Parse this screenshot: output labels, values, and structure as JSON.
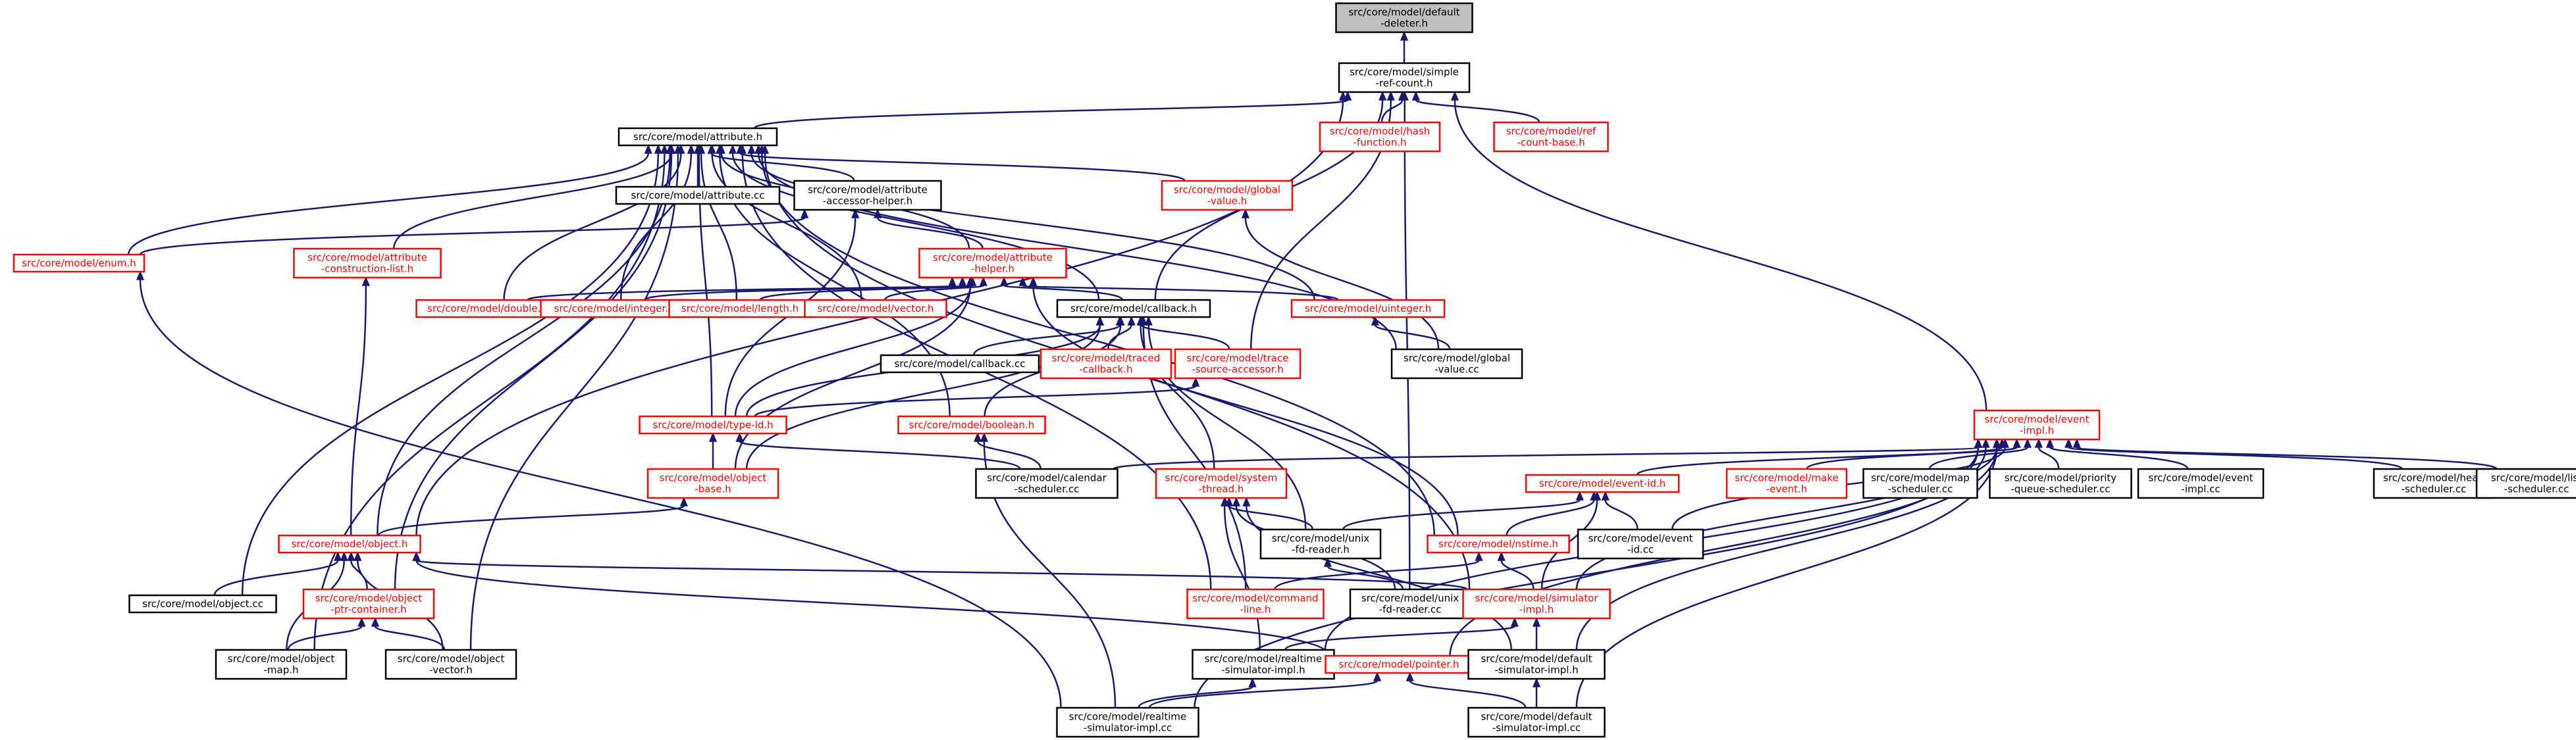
{
  "colors": {
    "edge": "#191970",
    "border_normal": "#000000",
    "border_red": "#ff0000",
    "text_normal": "#000000",
    "text_red": "#ff0000",
    "root_fill": "#bfbfbf",
    "node_fill": "#ffffff"
  },
  "nodes": [
    {
      "id": "default_deleter",
      "lines": [
        "src/core/model/default",
        "-deleter.h"
      ],
      "style": "root"
    },
    {
      "id": "simple_ref_count",
      "lines": [
        "src/core/model/simple",
        "-ref-count.h"
      ],
      "style": "black"
    },
    {
      "id": "hash_function",
      "lines": [
        "src/core/model/hash",
        "-function.h"
      ],
      "style": "red"
    },
    {
      "id": "ref_count_base",
      "lines": [
        "src/core/model/ref",
        "-count-base.h"
      ],
      "style": "red"
    },
    {
      "id": "attribute_h",
      "lines": [
        "src/core/model/attribute.h"
      ],
      "style": "black"
    },
    {
      "id": "attribute_cc",
      "lines": [
        "src/core/model/attribute.cc"
      ],
      "style": "black"
    },
    {
      "id": "attribute_accessor_helper",
      "lines": [
        "src/core/model/attribute",
        "-accessor-helper.h"
      ],
      "style": "black"
    },
    {
      "id": "global_value_h",
      "lines": [
        "src/core/model/global",
        "-value.h"
      ],
      "style": "red"
    },
    {
      "id": "enum_h",
      "lines": [
        "src/core/model/enum.h"
      ],
      "style": "red"
    },
    {
      "id": "attribute_construction_list",
      "lines": [
        "src/core/model/attribute",
        "-construction-list.h"
      ],
      "style": "red"
    },
    {
      "id": "attribute_helper",
      "lines": [
        "src/core/model/attribute",
        "-helper.h"
      ],
      "style": "red"
    },
    {
      "id": "double_h",
      "lines": [
        "src/core/model/double.h"
      ],
      "style": "red"
    },
    {
      "id": "integer_h",
      "lines": [
        "src/core/model/integer.h"
      ],
      "style": "red"
    },
    {
      "id": "length_h",
      "lines": [
        "src/core/model/length.h"
      ],
      "style": "red"
    },
    {
      "id": "vector_h",
      "lines": [
        "src/core/model/vector.h"
      ],
      "style": "red"
    },
    {
      "id": "callback_h",
      "lines": [
        "src/core/model/callback.h"
      ],
      "style": "black"
    },
    {
      "id": "uinteger_h",
      "lines": [
        "src/core/model/uinteger.h"
      ],
      "style": "red"
    },
    {
      "id": "callback_cc",
      "lines": [
        "src/core/model/callback.cc"
      ],
      "style": "black"
    },
    {
      "id": "traced_callback",
      "lines": [
        "src/core/model/traced",
        "-callback.h"
      ],
      "style": "red"
    },
    {
      "id": "trace_source_accessor",
      "lines": [
        "src/core/model/trace",
        "-source-accessor.h"
      ],
      "style": "red"
    },
    {
      "id": "global_value_cc",
      "lines": [
        "src/core/model/global",
        "-value.cc"
      ],
      "style": "black"
    },
    {
      "id": "type_id_h",
      "lines": [
        "src/core/model/type-id.h"
      ],
      "style": "red"
    },
    {
      "id": "boolean_h",
      "lines": [
        "src/core/model/boolean.h"
      ],
      "style": "red"
    },
    {
      "id": "event_impl_h",
      "lines": [
        "src/core/model/event",
        "-impl.h"
      ],
      "style": "red"
    },
    {
      "id": "object_base_h",
      "lines": [
        "src/core/model/object",
        "-base.h"
      ],
      "style": "red"
    },
    {
      "id": "calendar_scheduler",
      "lines": [
        "src/core/model/calendar",
        "-scheduler.cc"
      ],
      "style": "black"
    },
    {
      "id": "system_thread",
      "lines": [
        "src/core/model/system",
        "-thread.h"
      ],
      "style": "red"
    },
    {
      "id": "event_id_h",
      "lines": [
        "src/core/model/event-id.h"
      ],
      "style": "red"
    },
    {
      "id": "make_event",
      "lines": [
        "src/core/model/make",
        "-event.h"
      ],
      "style": "red"
    },
    {
      "id": "map_scheduler",
      "lines": [
        "src/core/model/map",
        "-scheduler.cc"
      ],
      "style": "black"
    },
    {
      "id": "priority_queue_scheduler",
      "lines": [
        "src/core/model/priority",
        "-queue-scheduler.cc"
      ],
      "style": "black"
    },
    {
      "id": "event_impl_cc",
      "lines": [
        "src/core/model/event",
        "-impl.cc"
      ],
      "style": "black"
    },
    {
      "id": "heap_scheduler",
      "lines": [
        "src/core/model/heap",
        "-scheduler.cc"
      ],
      "style": "black"
    },
    {
      "id": "list_scheduler",
      "lines": [
        "src/core/model/list",
        "-scheduler.cc"
      ],
      "style": "black"
    },
    {
      "id": "object_h",
      "lines": [
        "src/core/model/object.h"
      ],
      "style": "red"
    },
    {
      "id": "unix_fd_reader_h",
      "lines": [
        "src/core/model/unix",
        "-fd-reader.h"
      ],
      "style": "black"
    },
    {
      "id": "nstime_h",
      "lines": [
        "src/core/model/nstime.h"
      ],
      "style": "red"
    },
    {
      "id": "event_id_cc",
      "lines": [
        "src/core/model/event",
        "-id.cc"
      ],
      "style": "black"
    },
    {
      "id": "object_cc",
      "lines": [
        "src/core/model/object.cc"
      ],
      "style": "black"
    },
    {
      "id": "object_ptr_container",
      "lines": [
        "src/core/model/object",
        "-ptr-container.h"
      ],
      "style": "red"
    },
    {
      "id": "command_line",
      "lines": [
        "src/core/model/command",
        "-line.h"
      ],
      "style": "red"
    },
    {
      "id": "unix_fd_reader_cc",
      "lines": [
        "src/core/model/unix",
        "-fd-reader.cc"
      ],
      "style": "black"
    },
    {
      "id": "simulator_impl_h",
      "lines": [
        "src/core/model/simulator",
        "-impl.h"
      ],
      "style": "red"
    },
    {
      "id": "object_map_h",
      "lines": [
        "src/core/model/object",
        "-map.h"
      ],
      "style": "black"
    },
    {
      "id": "object_vector_h",
      "lines": [
        "src/core/model/object",
        "-vector.h"
      ],
      "style": "black"
    },
    {
      "id": "realtime_simulator_impl_h",
      "lines": [
        "src/core/model/realtime",
        "-simulator-impl.h"
      ],
      "style": "black"
    },
    {
      "id": "pointer_h",
      "lines": [
        "src/core/model/pointer.h"
      ],
      "style": "red"
    },
    {
      "id": "default_simulator_impl_h",
      "lines": [
        "src/core/model/default",
        "-simulator-impl.h"
      ],
      "style": "black"
    },
    {
      "id": "realtime_simulator_impl_cc",
      "lines": [
        "src/core/model/realtime",
        "-simulator-impl.cc"
      ],
      "style": "black"
    },
    {
      "id": "default_simulator_impl_cc",
      "lines": [
        "src/core/model/default",
        "-simulator-impl.cc"
      ],
      "style": "black"
    }
  ],
  "edges": [
    [
      "simple_ref_count",
      "default_deleter"
    ],
    [
      "hash_function",
      "simple_ref_count"
    ],
    [
      "ref_count_base",
      "simple_ref_count"
    ],
    [
      "attribute_h",
      "simple_ref_count"
    ],
    [
      "object_h",
      "simple_ref_count"
    ],
    [
      "callback_h",
      "simple_ref_count"
    ],
    [
      "trace_source_accessor",
      "simple_ref_count"
    ],
    [
      "event_impl_h",
      "simple_ref_count"
    ],
    [
      "unix_fd_reader_cc",
      "simple_ref_count"
    ],
    [
      "attribute_cc",
      "attribute_h"
    ],
    [
      "attribute_accessor_helper",
      "attribute_h"
    ],
    [
      "global_value_h",
      "attribute_h"
    ],
    [
      "enum_h",
      "attribute_h"
    ],
    [
      "attribute_construction_list",
      "attribute_h"
    ],
    [
      "attribute_helper",
      "attribute_h"
    ],
    [
      "double_h",
      "attribute_h"
    ],
    [
      "integer_h",
      "attribute_h"
    ],
    [
      "length_h",
      "attribute_h"
    ],
    [
      "vector_h",
      "attribute_h"
    ],
    [
      "callback_h",
      "attribute_h"
    ],
    [
      "uinteger_h",
      "attribute_h"
    ],
    [
      "global_value_cc",
      "attribute_h"
    ],
    [
      "type_id_h",
      "attribute_h"
    ],
    [
      "boolean_h",
      "attribute_h"
    ],
    [
      "object_h",
      "attribute_h"
    ],
    [
      "nstime_h",
      "attribute_h"
    ],
    [
      "object_cc",
      "attribute_h"
    ],
    [
      "object_ptr_container",
      "attribute_h"
    ],
    [
      "command_line",
      "attribute_h"
    ],
    [
      "simulator_impl_h",
      "attribute_h"
    ],
    [
      "object_map_h",
      "attribute_h"
    ],
    [
      "object_vector_h",
      "attribute_h"
    ],
    [
      "enum_h",
      "attribute_accessor_helper"
    ],
    [
      "attribute_helper",
      "attribute_accessor_helper"
    ],
    [
      "type_id_h",
      "attribute_accessor_helper"
    ],
    [
      "global_value_cc",
      "global_value_h"
    ],
    [
      "realtime_simulator_impl_cc",
      "enum_h"
    ],
    [
      "object_h",
      "attribute_construction_list"
    ],
    [
      "double_h",
      "attribute_helper"
    ],
    [
      "integer_h",
      "attribute_helper"
    ],
    [
      "length_h",
      "attribute_helper"
    ],
    [
      "vector_h",
      "attribute_helper"
    ],
    [
      "callback_h",
      "attribute_helper"
    ],
    [
      "uinteger_h",
      "attribute_helper"
    ],
    [
      "type_id_h",
      "attribute_helper"
    ],
    [
      "object_base_h",
      "attribute_helper"
    ],
    [
      "nstime_h",
      "attribute_helper"
    ],
    [
      "callback_cc",
      "callback_h"
    ],
    [
      "traced_callback",
      "callback_h"
    ],
    [
      "trace_source_accessor",
      "callback_h"
    ],
    [
      "type_id_h",
      "callback_h"
    ],
    [
      "boolean_h",
      "callback_h"
    ],
    [
      "object_base_h",
      "callback_h"
    ],
    [
      "system_thread",
      "callback_h"
    ],
    [
      "unix_fd_reader_h",
      "callback_h"
    ],
    [
      "command_line",
      "callback_h"
    ],
    [
      "global_value_cc",
      "uinteger_h"
    ],
    [
      "type_id_h",
      "trace_source_accessor"
    ],
    [
      "object_base_h",
      "type_id_h"
    ],
    [
      "calendar_scheduler",
      "type_id_h"
    ],
    [
      "calendar_scheduler",
      "boolean_h"
    ],
    [
      "realtime_simulator_impl_cc",
      "boolean_h"
    ],
    [
      "event_id_h",
      "event_impl_h"
    ],
    [
      "make_event",
      "event_impl_h"
    ],
    [
      "map_scheduler",
      "event_impl_h"
    ],
    [
      "priority_queue_scheduler",
      "event_impl_h"
    ],
    [
      "event_impl_cc",
      "event_impl_h"
    ],
    [
      "heap_scheduler",
      "event_impl_h"
    ],
    [
      "list_scheduler",
      "event_impl_h"
    ],
    [
      "calendar_scheduler",
      "event_impl_h"
    ],
    [
      "event_id_cc",
      "event_impl_h"
    ],
    [
      "simulator_impl_h",
      "event_impl_h"
    ],
    [
      "realtime_simulator_impl_h",
      "event_impl_h"
    ],
    [
      "pointer_h",
      "event_impl_h"
    ],
    [
      "default_simulator_impl_h",
      "event_impl_h"
    ],
    [
      "default_simulator_impl_cc",
      "event_impl_h"
    ],
    [
      "realtime_simulator_impl_cc",
      "event_impl_h"
    ],
    [
      "object_h",
      "object_base_h"
    ],
    [
      "unix_fd_reader_h",
      "system_thread"
    ],
    [
      "unix_fd_reader_cc",
      "system_thread"
    ],
    [
      "realtime_simulator_impl_h",
      "system_thread"
    ],
    [
      "default_simulator_impl_h",
      "system_thread"
    ],
    [
      "unix_fd_reader_h",
      "event_id_h"
    ],
    [
      "nstime_h",
      "event_id_h"
    ],
    [
      "event_id_cc",
      "event_id_h"
    ],
    [
      "simulator_impl_h",
      "event_id_h"
    ],
    [
      "unix_fd_reader_cc",
      "unix_fd_reader_h"
    ],
    [
      "command_line",
      "nstime_h"
    ],
    [
      "simulator_impl_h",
      "nstime_h"
    ],
    [
      "object_cc",
      "object_h"
    ],
    [
      "object_ptr_container",
      "object_h"
    ],
    [
      "object_map_h",
      "object_h"
    ],
    [
      "object_vector_h",
      "object_h"
    ],
    [
      "simulator_impl_h",
      "object_h"
    ],
    [
      "pointer_h",
      "object_h"
    ],
    [
      "object_map_h",
      "object_ptr_container"
    ],
    [
      "object_vector_h",
      "object_ptr_container"
    ],
    [
      "realtime_simulator_impl_h",
      "simulator_impl_h"
    ],
    [
      "default_simulator_impl_h",
      "simulator_impl_h"
    ],
    [
      "realtime_simulator_impl_cc",
      "realtime_simulator_impl_h"
    ],
    [
      "realtime_simulator_impl_cc",
      "pointer_h"
    ],
    [
      "default_simulator_impl_cc",
      "pointer_h"
    ],
    [
      "default_simulator_impl_cc",
      "default_simulator_impl_h"
    ]
  ]
}
